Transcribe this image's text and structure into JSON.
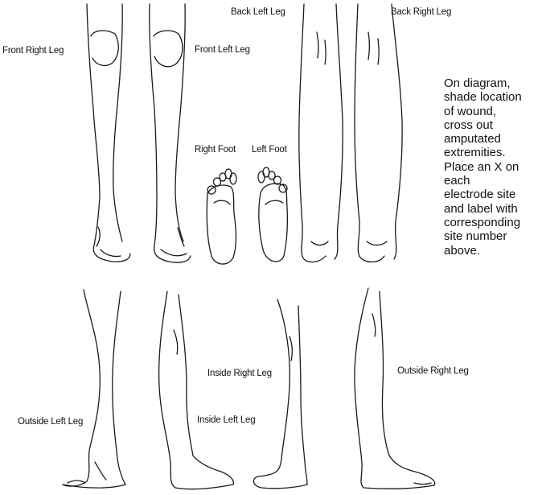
{
  "labels": {
    "front_right_leg": "Front Right Leg",
    "front_left_leg": "Front Left Leg",
    "back_left_leg": "Back Left Leg",
    "back_right_leg": "Back Right Leg",
    "right_foot": "Right Foot",
    "left_foot": "Left Foot",
    "inside_right_leg": "Inside Right Leg",
    "outside_right_leg": "Outside Right Leg",
    "outside_left_leg": "Outside Left Leg",
    "inside_left_leg": "Inside Left Leg"
  },
  "instructions": [
    "On diagram,",
    "shade location",
    "of wound,",
    "cross out",
    "amputated",
    "extremities.",
    "Place an X on",
    "each",
    "electrode site",
    "and label with",
    "corresponding",
    "site number",
    "above."
  ],
  "line_color": "#1a1a1a"
}
